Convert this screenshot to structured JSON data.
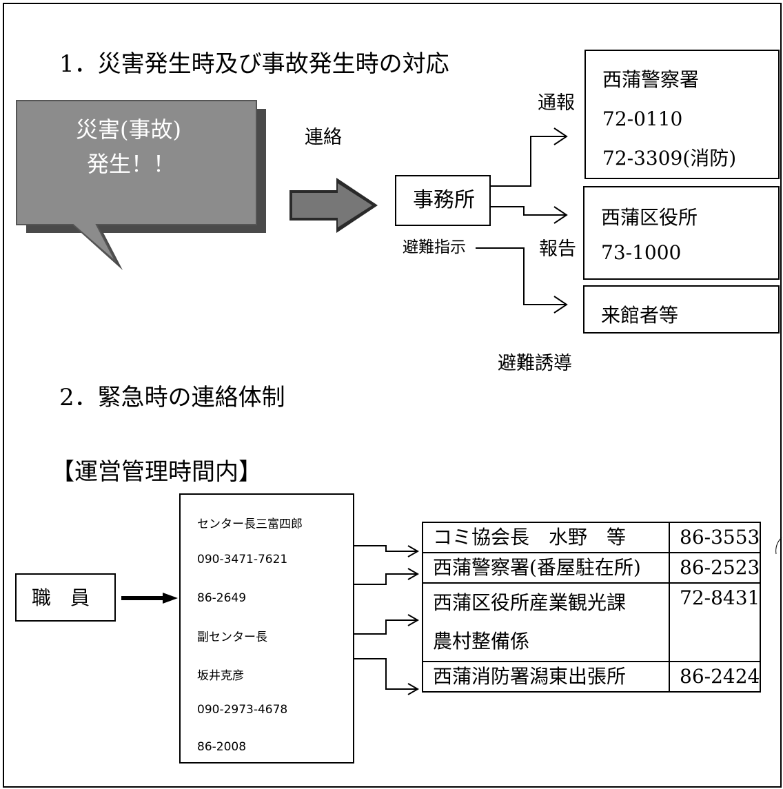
{
  "section1": {
    "title": "1．災害発生時及び事故発生時の対応",
    "bubble": {
      "line1": "災害(事故)",
      "line2": "発生！！"
    },
    "renraku": "連絡",
    "office": "事務所",
    "tsuho": "通報",
    "hokoku": "報告",
    "hinan_shiji": "避難指示",
    "hinan_yudo": "避難誘導",
    "police_box": [
      "西蒲警察署",
      "72-0110",
      "72-3309(消防)"
    ],
    "ward_box": [
      "西蒲区役所",
      "73-1000"
    ],
    "visitor_box": "来館者等"
  },
  "section2": {
    "title": "2．緊急時の連絡体制",
    "subtitle": "【運営管理時間内】",
    "staff": "職　員",
    "contacts": [
      "センター長三富四郎",
      "090-3471-7621",
      "86-2649",
      "副センター長",
      "坂井克彦",
      "090-2973-4678",
      "86-2008"
    ],
    "table": [
      {
        "name": "コミ協会長　水野　等",
        "tel": "86-3553"
      },
      {
        "name": "西蒲警察署(番屋駐在所)",
        "tel": "86-2523"
      },
      {
        "name": "西蒲区役所産業観光課",
        "name2": "農村整備係",
        "tel": "72-8431"
      },
      {
        "name": "西蒲消防署潟東出張所",
        "tel": "86-2424"
      }
    ]
  }
}
